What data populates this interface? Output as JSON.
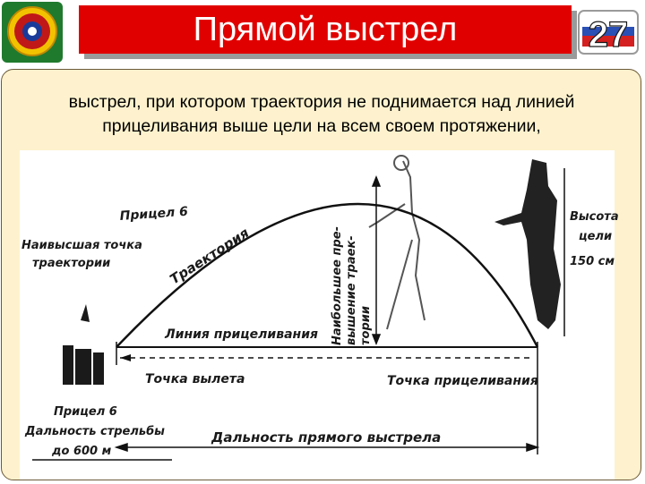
{
  "title": "Прямой выстрел",
  "logo_text": "27",
  "definition": {
    "line1": "выстрел, при котором траектория не поднимается над  линией",
    "line2": "прицеливания выше цели на всем своем протяжении,"
  },
  "figure": {
    "sight_top": "Прицел 6",
    "highest_point_1": "Наивысшая точка",
    "highest_point_2": "траектории",
    "trajectory": "Траектория",
    "excess_1": "Наибольшее пре-",
    "excess_2": "вышение траек-",
    "excess_3": "тории",
    "target_height_1": "Высота",
    "target_height_2": "цели",
    "target_height_3": "150 см",
    "aim_line": "Линия прицеливания",
    "departure_point": "Точка вылета",
    "aim_point": "Точка прицеливания",
    "sight_bottom": "Прицел 6",
    "range_1": "Дальность стрельбы",
    "range_2": "до 600 м",
    "direct_range": "Дальность прямого выстрела"
  },
  "colors": {
    "title_bg": "#e00000",
    "content_bg": "#fdf2cd",
    "emblem_green": "#1f7a2e"
  }
}
